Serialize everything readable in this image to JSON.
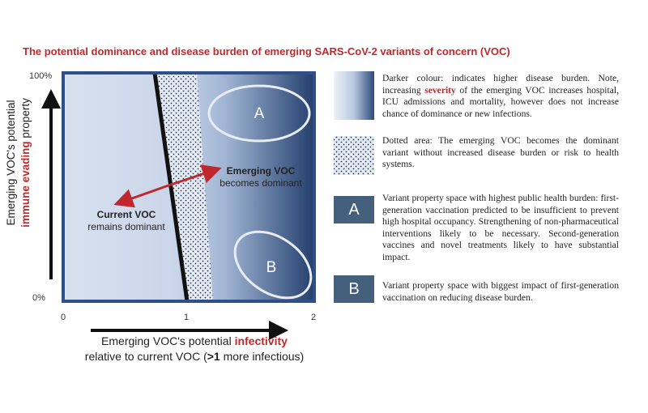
{
  "title": "The potential dominance and disease burden of emerging SARS-CoV-2 variants of concern (VOC)",
  "y_axis": {
    "label_line1": "Emerging VOC's potential",
    "label_highlight": "immune evading",
    "label_after_highlight": "property",
    "tick_top": "100%",
    "tick_bottom": "0%"
  },
  "x_axis": {
    "label_before": "Emerging VOC's potential",
    "label_highlight": "infectivity",
    "label_line2_before": "relative to current VOC (",
    "label_line2_bold": ">1",
    "label_line2_after": " more infectious)",
    "ticks": [
      "0",
      "1",
      "2"
    ]
  },
  "regions": {
    "current_title": "Current VOC",
    "current_sub": "remains dominant",
    "emerging_title": "Emerging VOC",
    "emerging_sub": "becomes dominant",
    "ellipse_a": "A",
    "ellipse_b": "B"
  },
  "legend": {
    "gradient_text_before": "Darker colour: indicates higher disease burden. Note, increasing",
    "gradient_text_highlight": "severity",
    "gradient_text_after": "of the emerging VOC increases hospital, ICU admissions and mortality, however does not increase chance of dominance or new infections.",
    "dotted_text": "Dotted area: The emerging VOC becomes the dominant variant without increased disease burden or risk to health systems.",
    "a_letter": "A",
    "a_text": "Variant property space with highest public health burden: first-generation vaccination predicted to be insufficient to prevent high hospital occupancy. Strengthening of non-pharmaceutical interventions likely to be necessary. Second-generation vaccines and novel treatments likely to have substantial impact.",
    "b_letter": "B",
    "b_text": "Variant property space with biggest impact of first-generation vaccination on reducing disease burden."
  },
  "colors": {
    "title_red": "#c0282d",
    "frame_blue": "#2e4f8a",
    "letter_box": "#44607d",
    "arrow_red": "#c0282d"
  }
}
